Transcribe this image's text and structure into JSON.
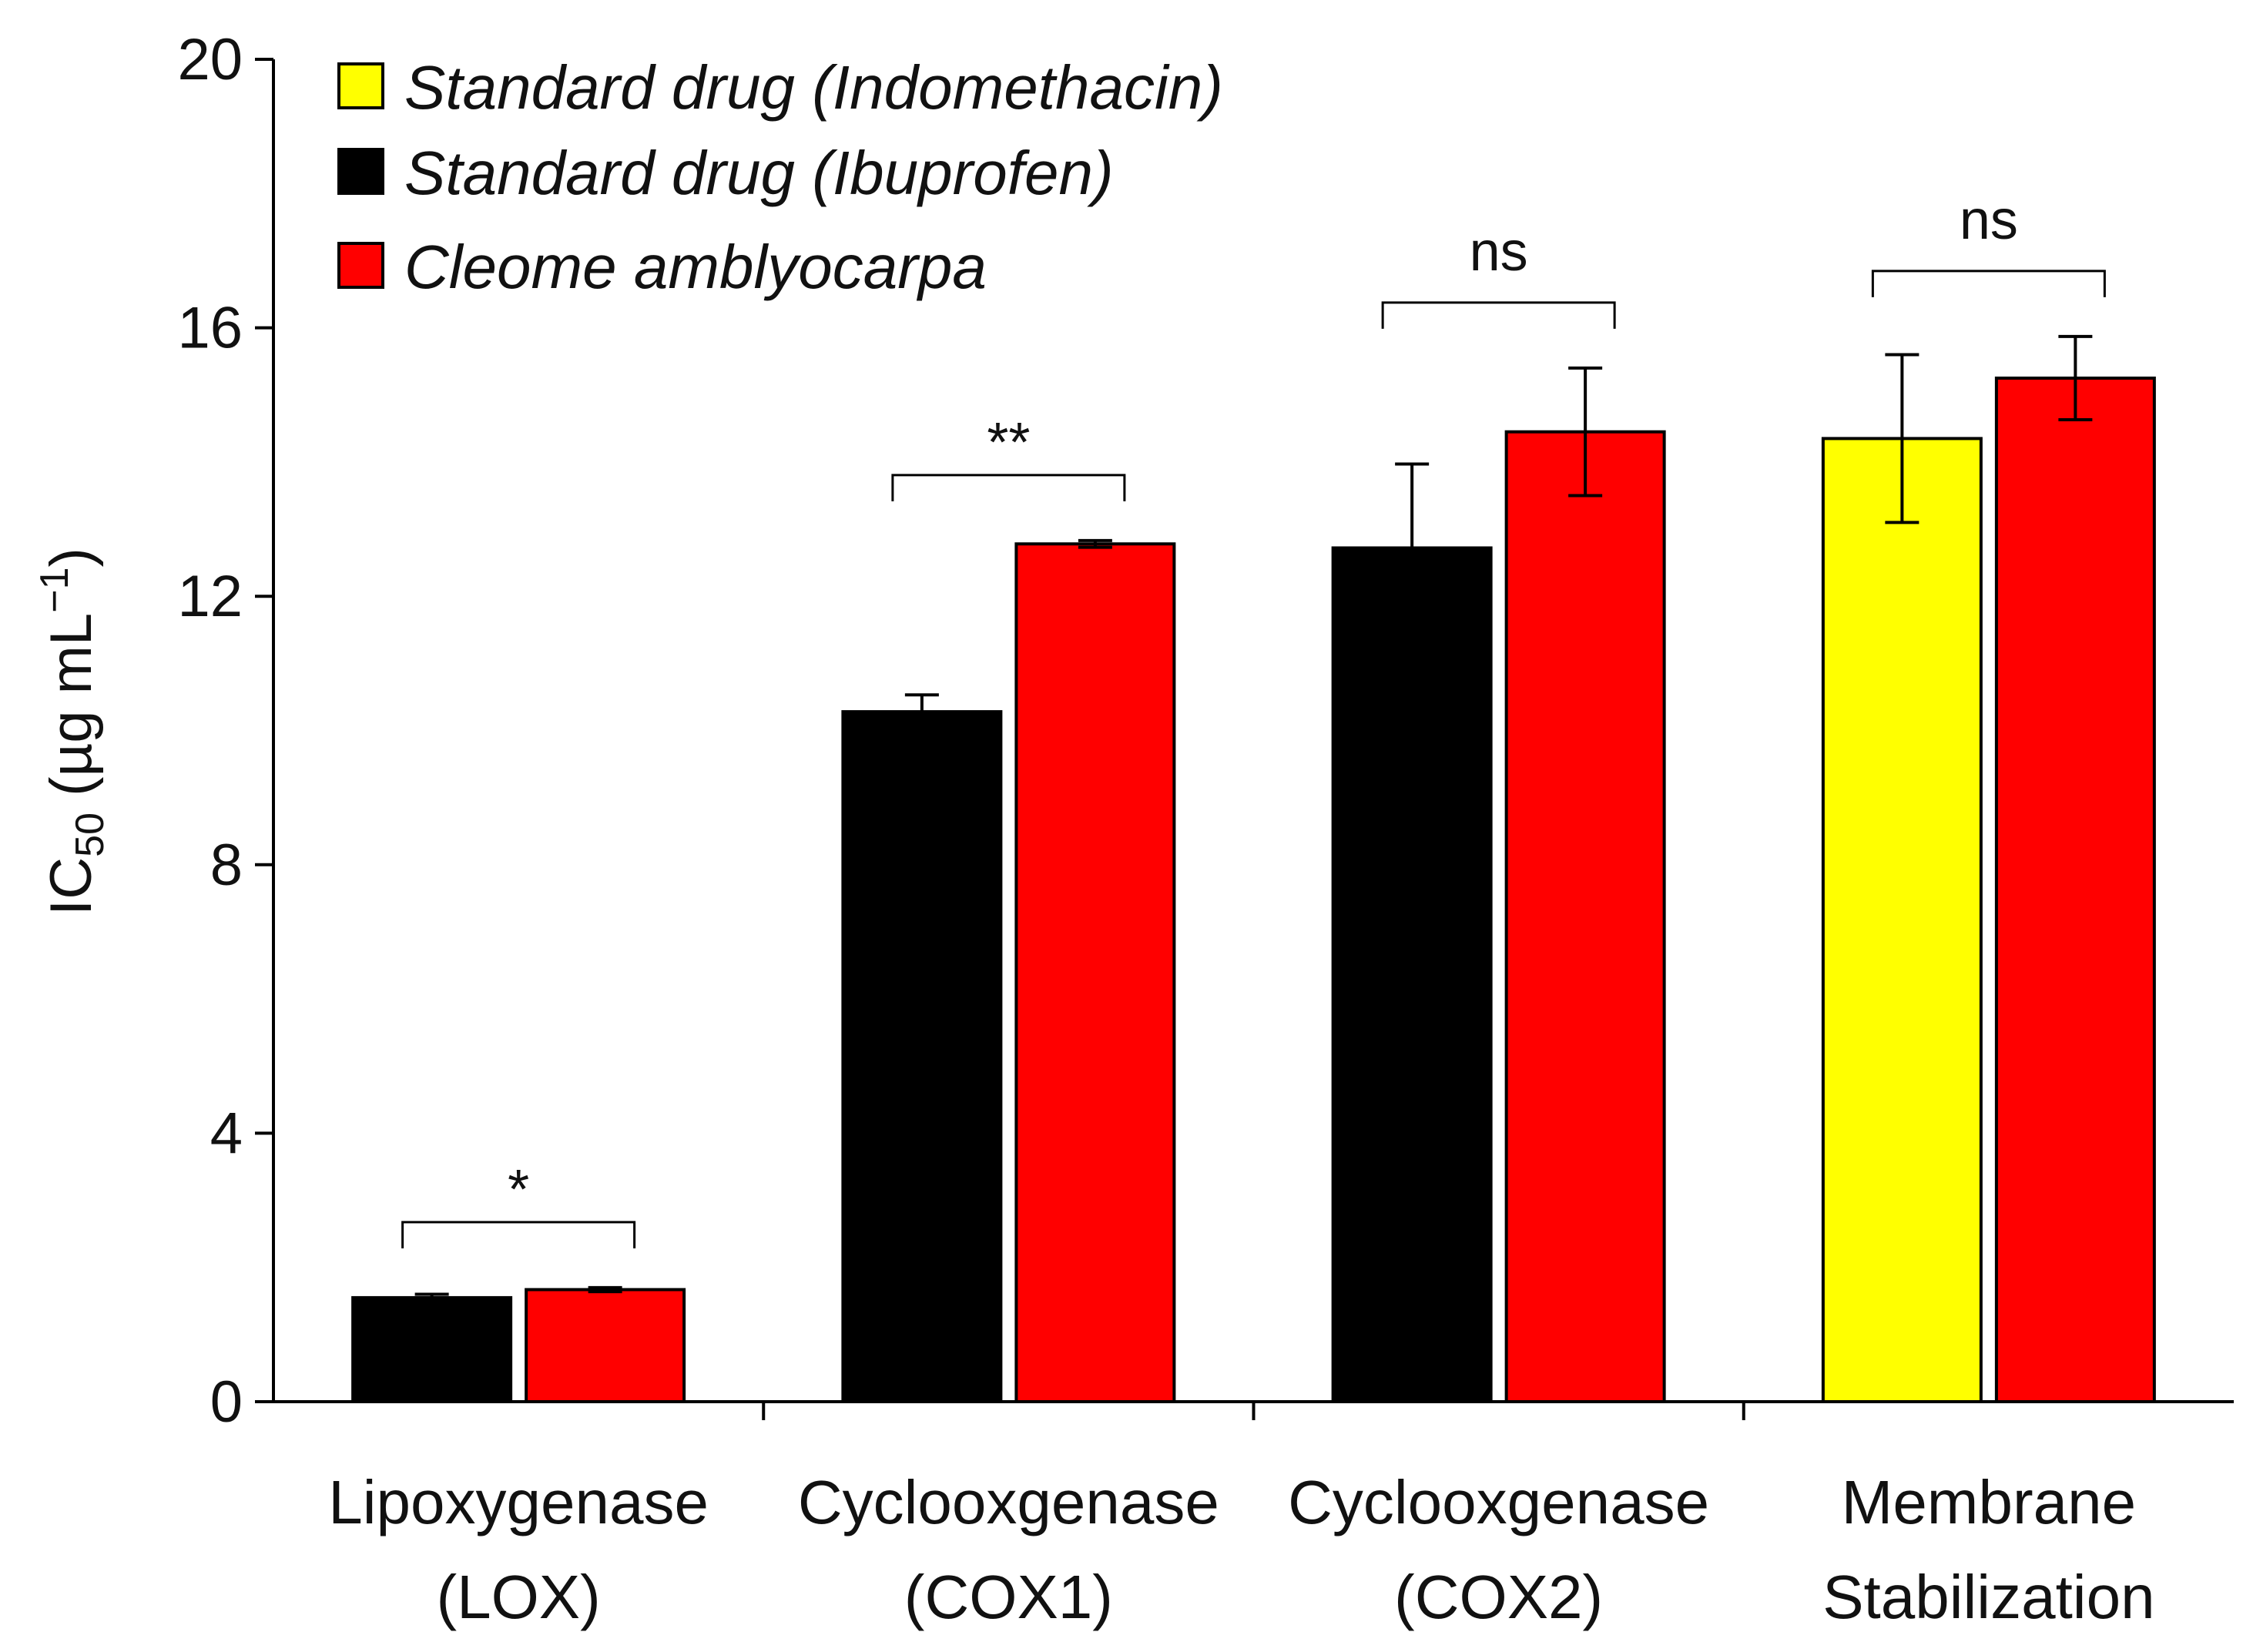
{
  "chart_data": {
    "type": "bar",
    "ylabel": {
      "main": "IC",
      "sub": "50",
      "unit": " (µg mL",
      "sup": "−1",
      "close": ")"
    },
    "ylim": [
      0,
      20
    ],
    "yticks": [
      0,
      4,
      8,
      12,
      16,
      20
    ],
    "grid": false,
    "legend_position": "top-left",
    "groups": [
      {
        "label_lines": [
          "Lipoxygenase",
          "(LOX)"
        ],
        "bars": [
          {
            "series": "Standard drug (Ibuprofen)",
            "value": 1.55,
            "error": 0.05
          },
          {
            "series": "Cleome amblyocarpa",
            "value": 1.67,
            "error": 0.03
          }
        ],
        "significance": "*"
      },
      {
        "label_lines": [
          "Cyclooxgenase",
          "(COX1)"
        ],
        "bars": [
          {
            "series": "Standard drug (Ibuprofen)",
            "value": 10.28,
            "error": 0.25
          },
          {
            "series": "Cleome amblyocarpa",
            "value": 12.78,
            "error": 0.05
          }
        ],
        "significance": "**"
      },
      {
        "label_lines": [
          "Cyclooxgenase",
          "(COX2)"
        ],
        "bars": [
          {
            "series": "Standard drug (Ibuprofen)",
            "value": 12.72,
            "error": 1.25
          },
          {
            "series": "Cleome amblyocarpa",
            "value": 14.45,
            "error": 0.95
          }
        ],
        "significance": "ns"
      },
      {
        "label_lines": [
          "Membrane",
          "Stabilization"
        ],
        "bars": [
          {
            "series": "Standard drug (Indomethacin)",
            "value": 14.35,
            "error": 1.25
          },
          {
            "series": "Cleome amblyocarpa",
            "value": 15.25,
            "error": 0.62
          }
        ],
        "significance": "ns"
      }
    ],
    "series": [
      {
        "name": "Standard drug (Indomethacin)",
        "color": "#ffff00"
      },
      {
        "name": "Standard drug (Ibuprofen)",
        "color": "#000000"
      },
      {
        "name": "Cleome amblyocarpa",
        "color": "#ff0000"
      }
    ]
  }
}
